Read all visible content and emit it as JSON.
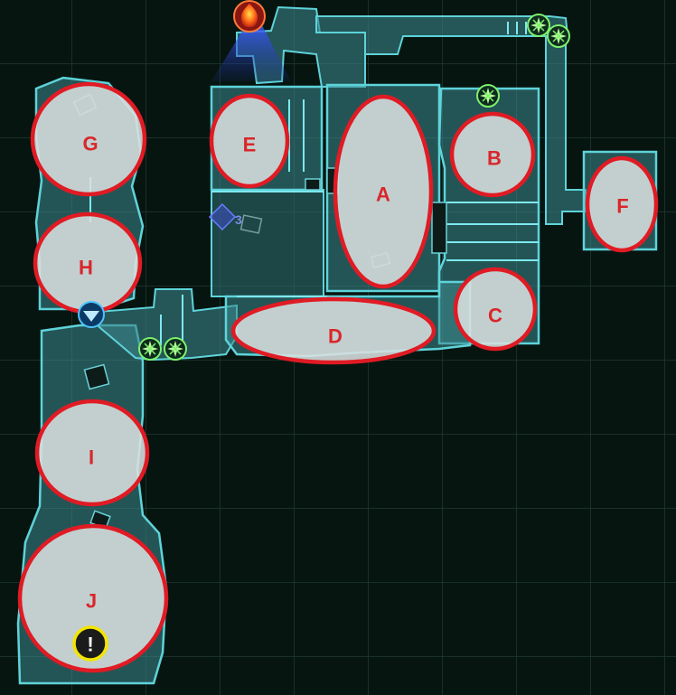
{
  "map": {
    "zones": [
      {
        "label": "A"
      },
      {
        "label": "B"
      },
      {
        "label": "C"
      },
      {
        "label": "D"
      },
      {
        "label": "E"
      },
      {
        "label": "F"
      },
      {
        "label": "G"
      },
      {
        "label": "H"
      },
      {
        "label": "I"
      },
      {
        "label": "J"
      }
    ],
    "markers": {
      "quest_marker": "!",
      "room_number": "3",
      "waypoint_icon": "compass-waypoint-icon",
      "player_icon": "player-arrow-icon",
      "objective_icon": "fire-objective-icon"
    },
    "colors": {
      "background": "#071510",
      "grid": "#1f3a2f",
      "room_fill": "#3c8a8f",
      "room_outline": "#5ed3da",
      "zone_fill": "#d9e0df",
      "zone_outline": "#e01b24",
      "zone_label": "#d9262b",
      "waypoint": "#7cf06c",
      "player": "#2aa8ff",
      "objective": "#ff5a1f",
      "quest_ring": "#f3e500"
    }
  }
}
